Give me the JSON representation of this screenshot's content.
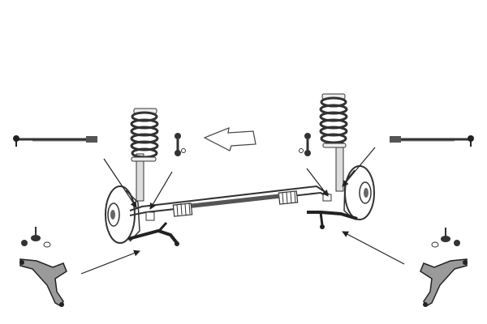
{
  "diagram": {
    "components": [
      "tie-rod-left",
      "tie-rod-right",
      "coil-spring-strut-left",
      "coil-spring-strut-right",
      "stabilizer-link-left",
      "stabilizer-link-right",
      "ball-joint-left",
      "ball-joint-right",
      "control-arm-left",
      "control-arm-right",
      "steering-rack",
      "wheel-hub-left",
      "wheel-hub-right",
      "direction-arrow"
    ],
    "colors": {
      "line": "#333333",
      "fill": "#ffffff",
      "metal": "#9a9a9a",
      "dark": "#1a1a1a"
    }
  }
}
